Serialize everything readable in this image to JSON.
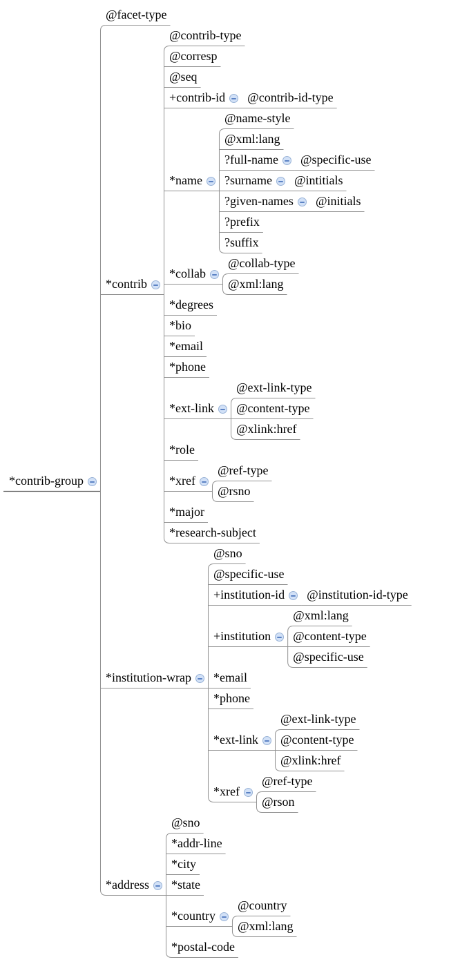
{
  "diagram": {
    "root": {
      "label": "*contrib-group",
      "children": [
        {
          "label": "@facet-type"
        },
        {
          "label": "*contrib",
          "children": [
            {
              "label": "@contrib-type"
            },
            {
              "label": "@corresp"
            },
            {
              "label": "@seq"
            },
            {
              "label": "+contrib-id",
              "children": [
                {
                  "label": "@contrib-id-type"
                }
              ]
            },
            {
              "label": "*name",
              "children": [
                {
                  "label": "@name-style"
                },
                {
                  "label": "@xml:lang"
                },
                {
                  "label": "?full-name",
                  "children": [
                    {
                      "label": "@specific-use"
                    }
                  ]
                },
                {
                  "label": "?surname",
                  "children": [
                    {
                      "label": "@intitials"
                    }
                  ]
                },
                {
                  "label": "?given-names",
                  "children": [
                    {
                      "label": "@initials"
                    }
                  ]
                },
                {
                  "label": "?prefix"
                },
                {
                  "label": "?suffix"
                }
              ]
            },
            {
              "label": "*collab",
              "children": [
                {
                  "label": "@collab-type"
                },
                {
                  "label": "@xml:lang"
                }
              ]
            },
            {
              "label": "*degrees"
            },
            {
              "label": "*bio"
            },
            {
              "label": "*email"
            },
            {
              "label": "*phone"
            },
            {
              "label": "*ext-link",
              "children": [
                {
                  "label": "@ext-link-type"
                },
                {
                  "label": "@content-type"
                },
                {
                  "label": "@xlink:href"
                }
              ]
            },
            {
              "label": "*role"
            },
            {
              "label": "*xref",
              "children": [
                {
                  "label": "@ref-type"
                },
                {
                  "label": "@rsno"
                }
              ]
            },
            {
              "label": "*major"
            },
            {
              "label": "*research-subject"
            }
          ]
        },
        {
          "label": "*institution-wrap",
          "children": [
            {
              "label": "@sno"
            },
            {
              "label": "@specific-use"
            },
            {
              "label": "+institution-id",
              "children": [
                {
                  "label": "@institution-id-type"
                }
              ]
            },
            {
              "label": "+institution",
              "children": [
                {
                  "label": "@xml:lang"
                },
                {
                  "label": "@content-type"
                },
                {
                  "label": "@specific-use"
                }
              ]
            },
            {
              "label": "*email"
            },
            {
              "label": "*phone"
            },
            {
              "label": "*ext-link",
              "children": [
                {
                  "label": "@ext-link-type"
                },
                {
                  "label": "@content-type"
                },
                {
                  "label": "@xlink:href"
                }
              ]
            },
            {
              "label": "*xref",
              "children": [
                {
                  "label": "@ref-type"
                },
                {
                  "label": "@rson"
                }
              ]
            }
          ]
        },
        {
          "label": "*address",
          "children": [
            {
              "label": "@sno"
            },
            {
              "label": "*addr-line"
            },
            {
              "label": "*city"
            },
            {
              "label": "*state"
            },
            {
              "label": "*country",
              "children": [
                {
                  "label": "@country"
                },
                {
                  "label": "@xml:lang"
                }
              ]
            },
            {
              "label": "*postal-code"
            }
          ]
        }
      ]
    }
  },
  "icons": {
    "collapse": {
      "name": "collapse-icon",
      "shape": "minus-in-circle"
    }
  },
  "colors": {
    "background": "#ffffff",
    "text": "#000000",
    "edge": "#919191",
    "root_edge": "#606060",
    "icon_fill": "#d2e1f7",
    "icon_border": "#98b2d6",
    "icon_glyph": "#5b82c4"
  }
}
